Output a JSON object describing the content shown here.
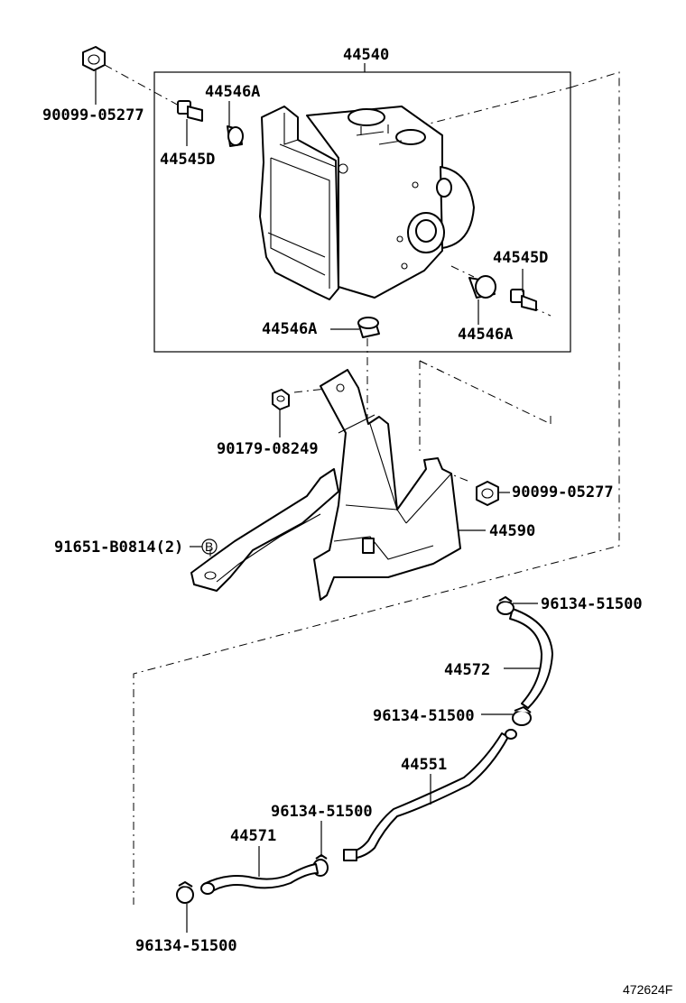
{
  "labels": {
    "abs_actuator": "44540",
    "gasket_upper_left": "44546A",
    "union_bolt_left": "44545D",
    "nut_top_left": "90099-05277",
    "union_bolt_right": "44545D",
    "gasket_right": "44546A",
    "gasket_bottom": "44546A",
    "bracket_nut": "90179-08249",
    "nut_right": "90099-05277",
    "bracket": "44590",
    "bolt_left": "91651-B0814(2)",
    "bolt_marker": "B",
    "clip_top": "96134-51500",
    "hose_upper": "44572",
    "clip_middle": "96134-51500",
    "pipe": "44551",
    "clip_lower": "96134-51500",
    "hose_lower": "44571",
    "clip_bottom": "96134-51500"
  },
  "figure_code": "472624F"
}
